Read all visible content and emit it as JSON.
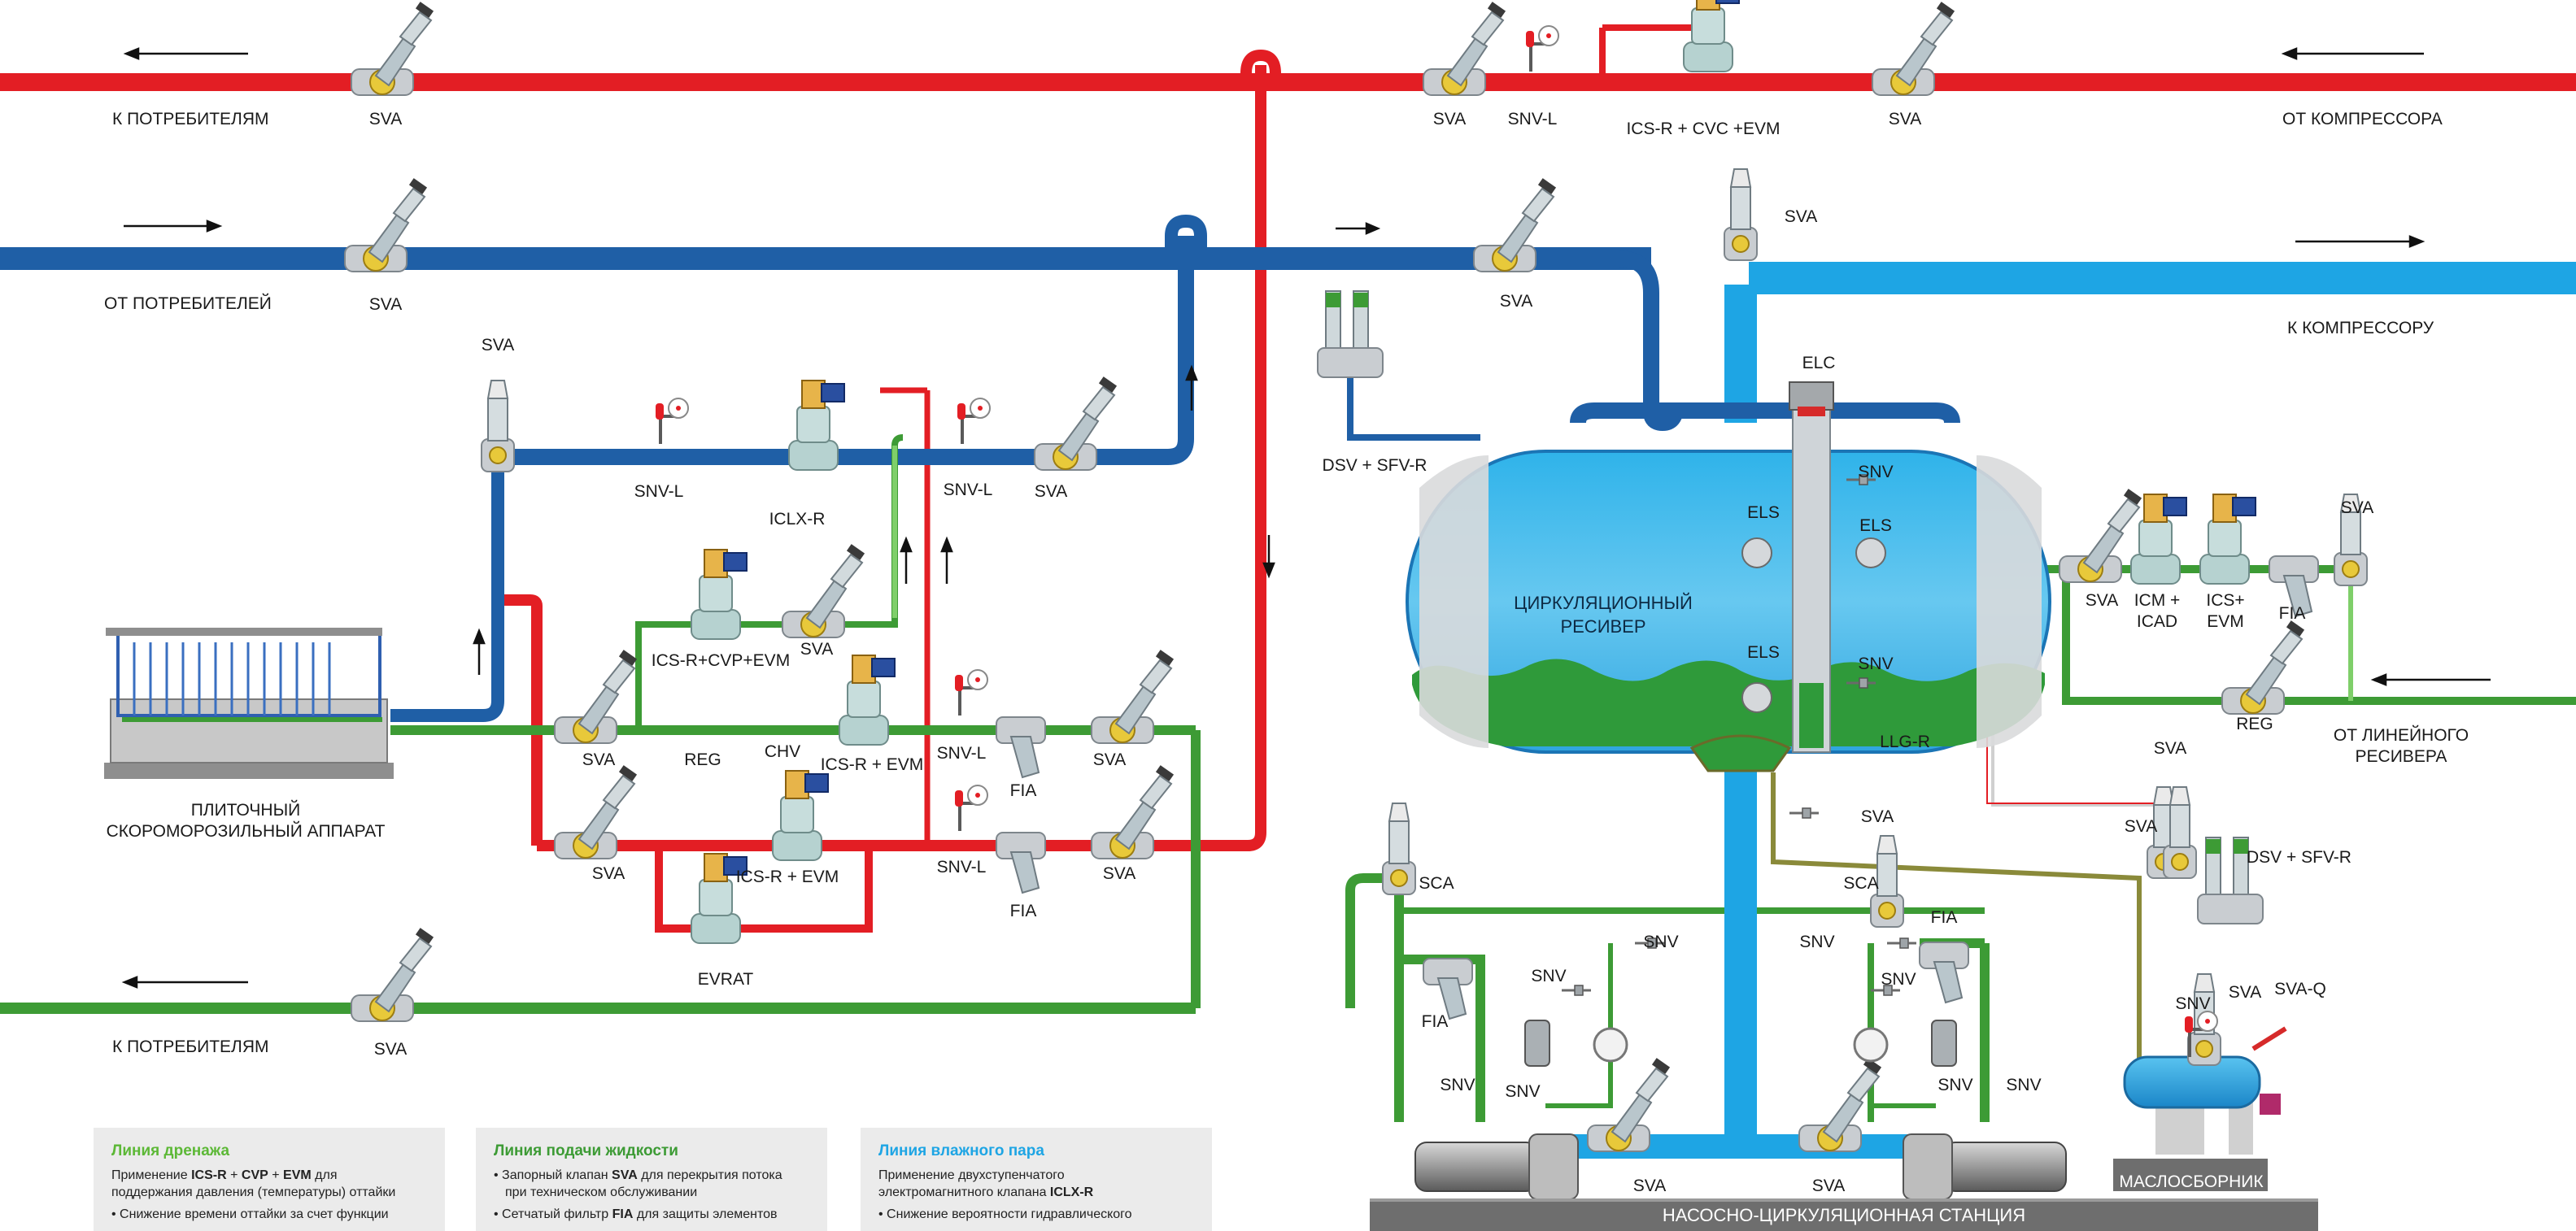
{
  "colors": {
    "hot_gas": "#e31e24",
    "suction": "#1f5fa6",
    "suction_light": "#1ea5e4",
    "liquid": "#3d9b35",
    "liquid_light": "#7fcf6a",
    "oil_line": "#8a8a3a",
    "panel_bg": "#ebebeb",
    "station_bar": "#6e6e6e"
  },
  "pipe_labels": {
    "to_consumers_top": "К ПОТРЕБИТЕЛЯМ",
    "from_consumers": "ОТ ПОТРЕБИТЕЛЕЙ",
    "from_compressor": "ОТ КОМПРЕССОРА",
    "to_compressor": "К КОМПРЕССОРУ",
    "to_consumers_bottom": "К ПОТРЕБИТЕЛЯМ",
    "from_linear_receiver": "ОТ ЛИНЕЙНОГО\nРЕСИВЕРА"
  },
  "equipment": {
    "freezer": "ПЛИТОЧНЫЙ\nСКОРОМОРОЗИЛЬНЫЙ АППАРАТ",
    "receiver": "ЦИРКУЛЯЦИОННЫЙ\nРЕСИВЕР",
    "pump_station": "НАСОСНО-ЦИРКУЛЯЦИОННАЯ СТАНЦИЯ",
    "oil_collector": "МАСЛОСБОРНИК"
  },
  "valve_labels": {
    "sva_1": "SVA",
    "sva_2": "SVA",
    "sva_3": "SVA",
    "sva_4": "SVA",
    "sva_5": "SVA",
    "sva_6": "SVA",
    "sva_7": "SVA",
    "sva_8": "SVA",
    "sva_9": "SVA",
    "sva_10": "SVA",
    "sva_11": "SVA",
    "sva_12": "SVA",
    "sva_13": "SVA",
    "sva_14": "SVA",
    "sva_15": "SVA",
    "sva_16": "SVA",
    "sva_17": "SVA",
    "sva_18": "SVA",
    "sva_19": "SVA",
    "sva_20": "SVA",
    "sva_21": "SVA",
    "sva_22": "SVA",
    "snvl_1": "SNV-L",
    "snvl_2": "SNV-L",
    "snvl_3": "SNV-L",
    "snvl_4": "SNV-L",
    "snvl_5": "SNV-L",
    "ics_cvc": "ICS-R + CVC +EVM",
    "iclx": "ICLX-R",
    "ics_cvp": "ICS-R+CVP+EVM",
    "reg_1": "REG",
    "chv": "CHV",
    "ics_evm_1": "ICS-R + EVM",
    "ics_evm_2": "ICS-R + EVM",
    "fia_1": "FIA",
    "fia_2": "FIA",
    "fia_3": "FIA",
    "fia_4": "FIA",
    "fia_5": "FIA",
    "evrat": "EVRAT",
    "dsv_sfv_1": "DSV + SFV-R",
    "dsv_sfv_2": "DSV + SFV-R",
    "elc": "ELC",
    "els_1": "ELS",
    "els_2": "ELS",
    "els_3": "ELS",
    "snv_1": "SNV",
    "snv_2": "SNV",
    "snv_3": "SNV",
    "snv_4": "SNV",
    "snv_5": "SNV",
    "snv_6": "SNV",
    "snv_7": "SNV",
    "snv_8": "SNV",
    "snv_9": "SNV",
    "snv_10": "SNV",
    "snv_11": "SNV",
    "llg": "LLG-R",
    "icm_icad": "ICM +\nICAD",
    "ics_evm_3": "ICS+\nEVM",
    "reg_2": "REG",
    "sca_1": "SCA",
    "sca_2": "SCA",
    "sva_q": "SVA-Q"
  },
  "panels": [
    {
      "title": "Линия дренажа",
      "title_color": "#5cb836",
      "line1_a": "Применение ",
      "line1_b": "ICS-R",
      "line1_c": " + ",
      "line1_d": "CVP",
      "line1_e": " + ",
      "line1_f": "EVM",
      "line1_g": " для",
      "line2": "поддержания давления (температуры) оттайки",
      "bullet": "• Снижение времени оттайки за счет функции"
    },
    {
      "title": "Линия подачи жидкости",
      "title_color": "#3d9b35",
      "b1_a": "• Запорный клапан ",
      "b1_b": "SVA",
      "b1_c": " для перекрытия потока",
      "b1_d": "при техническом обслуживании",
      "b2_a": "• Сетчатый фильтр ",
      "b2_b": "FIA",
      "b2_c": " для защиты элементов"
    },
    {
      "title": "Линия влажного пара",
      "title_color": "#1ea5e4",
      "line1": "Применение двухступенчатого",
      "line2_a": "электромагнитного клапана ",
      "line2_b": "ICLX-R",
      "bullet": "• Снижение вероятности гидравлического"
    }
  ]
}
